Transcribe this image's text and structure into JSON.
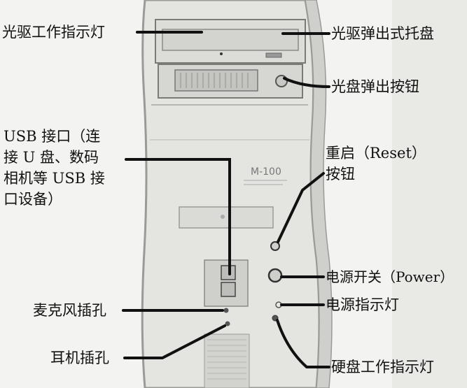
{
  "labels": {
    "optical_drive_indicator": "光驱工作指示灯",
    "optical_tray": "光驱弹出式托盘",
    "eject_button": "光盘弹出按钮",
    "usb_port": [
      "USB 接口（连",
      "接 U 盘、数码",
      "相机等 USB 接",
      "口设备）"
    ],
    "reset_button": [
      "重启（Reset）",
      "按钮"
    ],
    "power_switch": "电源开关（Power）",
    "power_indicator": "电源指示灯",
    "mic_jack": "麦克风插孔",
    "headphone_jack": "耳机插孔",
    "hdd_indicator": "硬盘工作指示灯"
  },
  "case_model": "M-100",
  "colors": {
    "background": "#f3f3f1",
    "case_face": "#e4e4e0",
    "case_edge": "#9a9a96",
    "leader_line": "#111111",
    "text": "#111111"
  }
}
